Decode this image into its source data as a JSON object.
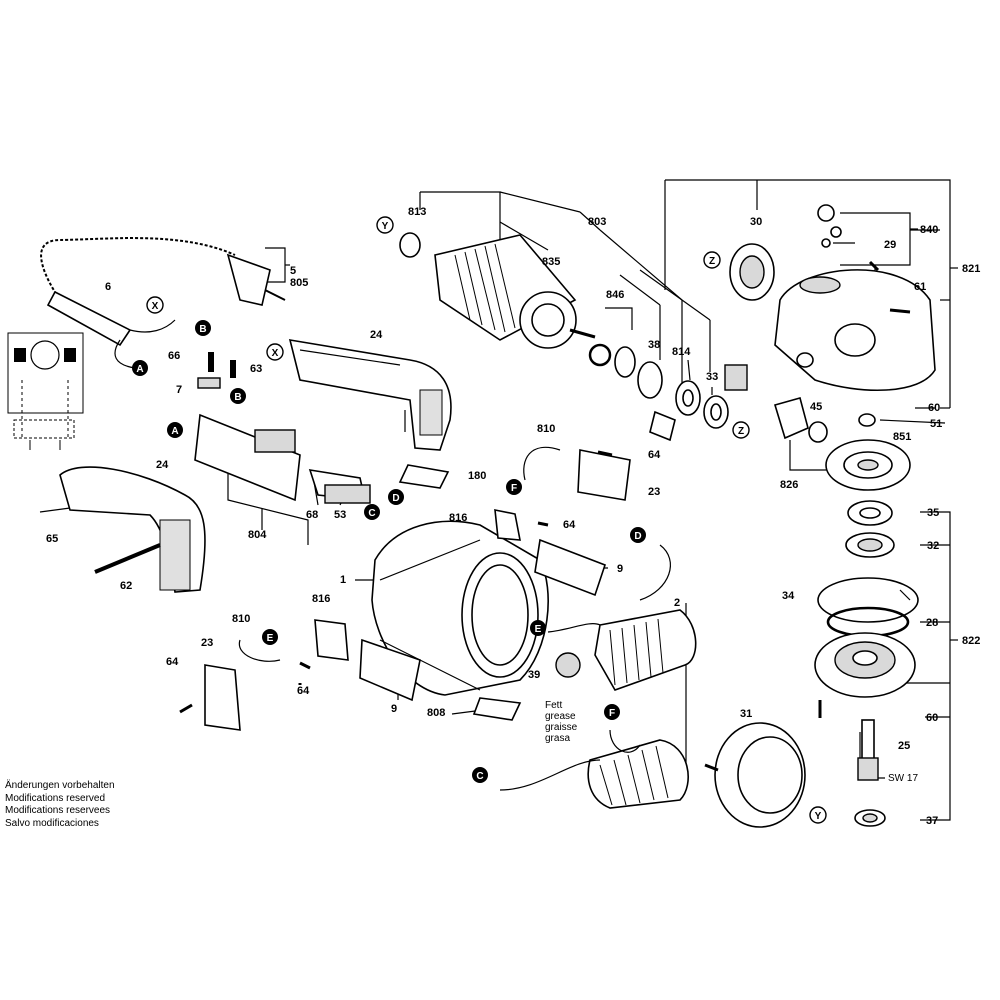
{
  "part_labels": {
    "p813": "813",
    "p803": "803",
    "p835": "835",
    "p30": "30",
    "p840": "840",
    "p29": "29",
    "p821": "821",
    "p5_805a": "5",
    "p5_805b": "805",
    "p6": "6",
    "p846": "846",
    "p38": "38",
    "p814": "814",
    "p33": "33",
    "p61": "61",
    "p24_top": "24",
    "p66": "66",
    "p63": "63",
    "p7": "7",
    "p45": "45",
    "p60_top": "60",
    "p51": "51",
    "p851": "851",
    "p810_mid": "810",
    "p64_mid": "64",
    "p180": "180",
    "p23_right": "23",
    "p826": "826",
    "p24_left": "24",
    "p65": "65",
    "p68": "68",
    "p53": "53",
    "p804": "804",
    "p816_mid": "816",
    "p64_mid2": "64",
    "p35": "35",
    "p32": "32",
    "p62": "62",
    "p1": "1",
    "p9_right": "9",
    "p34": "34",
    "p28": "28",
    "p822": "822",
    "p816_low": "816",
    "p810_low": "810",
    "p23_low": "23",
    "p2": "2",
    "p39": "39",
    "p64_low": "64",
    "p64_low2": "64",
    "p9_low": "9",
    "p808": "808",
    "p60_low": "60",
    "p31": "31",
    "p25": "25",
    "sw17": "SW 17",
    "p37": "37"
  },
  "grease_note": [
    "Fett",
    "grease",
    "graisse",
    "grasa"
  ],
  "connector_letters": {
    "X": "X",
    "Y": "Y",
    "Z": "Z",
    "A": "A",
    "B": "B",
    "C": "C",
    "D": "D",
    "E": "E",
    "F": "F"
  },
  "footer_notes": [
    "Änderungen vorbehalten",
    "Modifications reserved",
    "Modifications reservees",
    "Salvo modificaciones"
  ]
}
